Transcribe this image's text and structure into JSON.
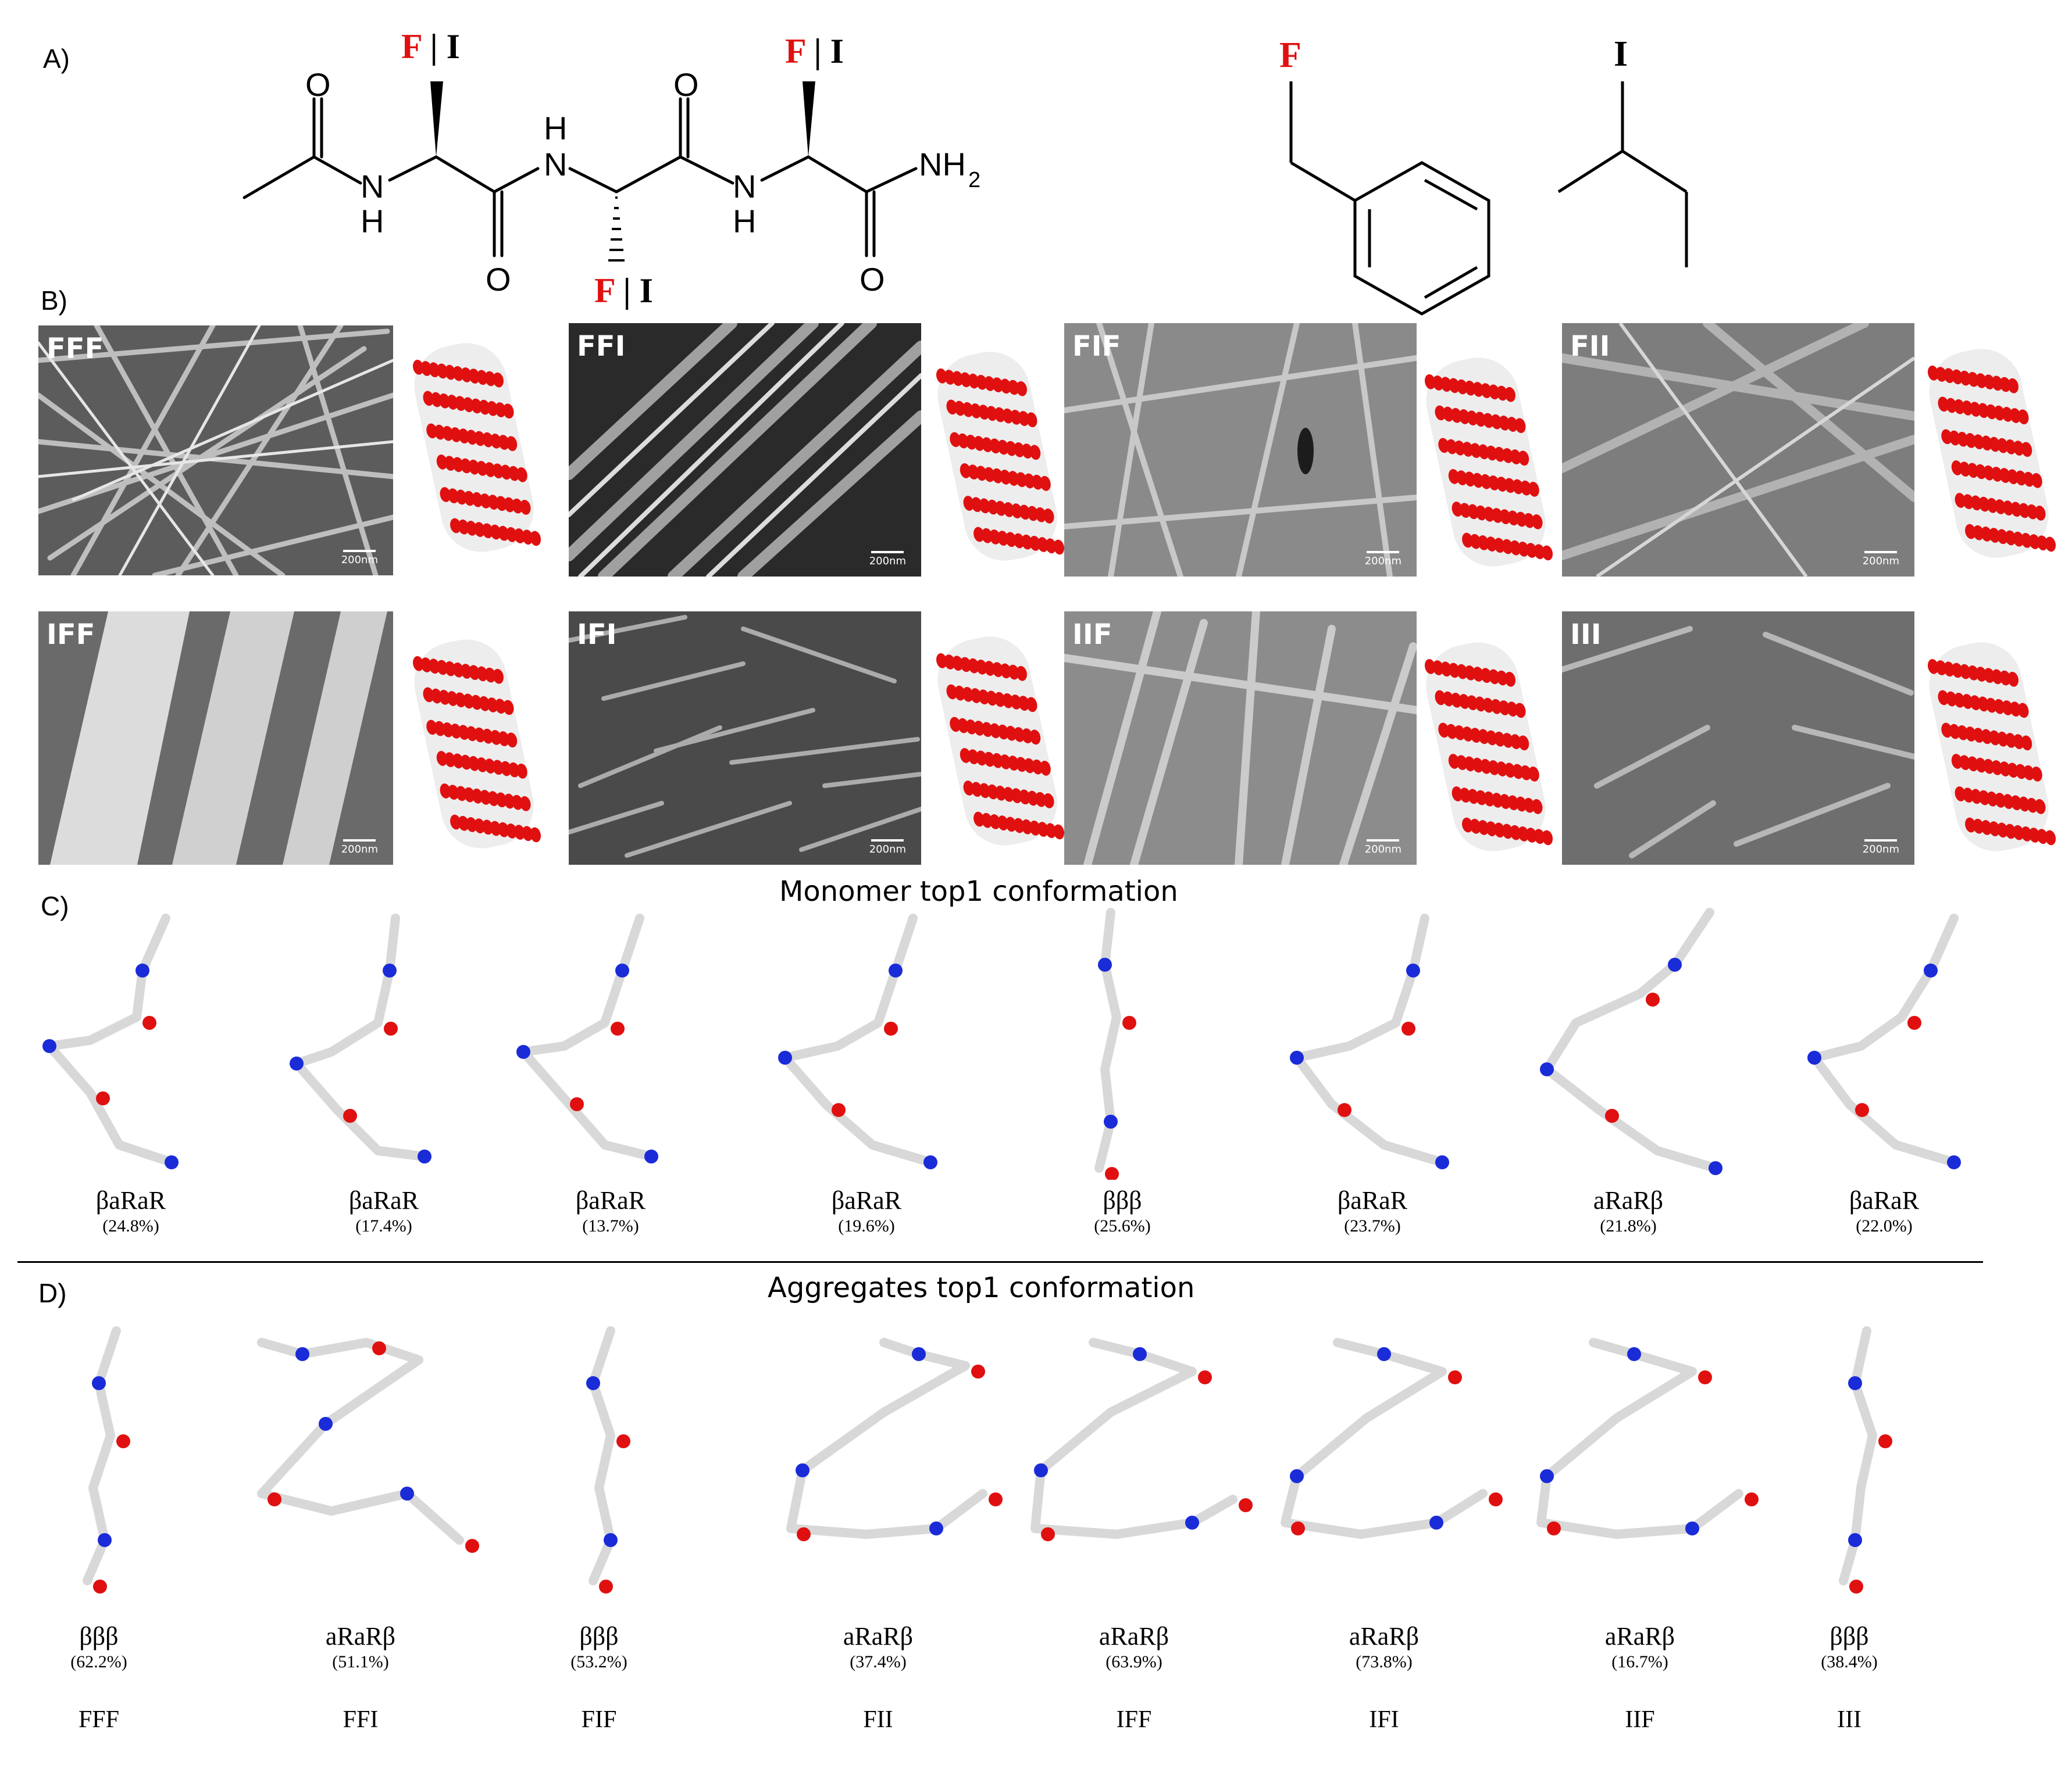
{
  "panels": {
    "a": "A)",
    "b": "B)",
    "c": "C)",
    "d": "D)"
  },
  "chem": {
    "o1": "O",
    "o2": "O",
    "o3": "O",
    "o4": "O",
    "h_top": "H",
    "n_top": "N",
    "n_left": "N",
    "h_left": "H",
    "n_right": "N",
    "h_right": "H",
    "nh2": "NH",
    "nh2_sub": "2",
    "fi_1_f": "F",
    "fi_1_rest": " | I",
    "fi_2_f": "F",
    "fi_2_rest": " | I",
    "fi_3_f": "F",
    "fi_3_rest": " | I",
    "side_f": "F",
    "side_i": "I"
  },
  "sem_images": [
    {
      "label": "FFF",
      "scale": "200nm"
    },
    {
      "label": "FFI",
      "scale": "200nm"
    },
    {
      "label": "FIF",
      "scale": "200nm"
    },
    {
      "label": "FII",
      "scale": "200nm"
    },
    {
      "label": "IFF",
      "scale": "200nm"
    },
    {
      "label": "IFI",
      "scale": "200nm"
    },
    {
      "label": "IIF",
      "scale": "200nm"
    },
    {
      "label": "III",
      "scale": "200nm"
    }
  ],
  "monomer": {
    "title": "Monomer top1 conformation",
    "items": [
      {
        "code": "βaRaR",
        "pct": "(24.8%)"
      },
      {
        "code": "βaRaR",
        "pct": "(17.4%)"
      },
      {
        "code": "βaRaR",
        "pct": "(13.7%)"
      },
      {
        "code": "βaRaR",
        "pct": "(19.6%)"
      },
      {
        "code": "βββ",
        "pct": "(25.6%)"
      },
      {
        "code": "βaRaR",
        "pct": "(23.7%)"
      },
      {
        "code": "aRaRβ",
        "pct": "(21.8%)"
      },
      {
        "code": "βaRaR",
        "pct": "(22.0%)"
      }
    ]
  },
  "aggregates": {
    "title": "Aggregates top1 conformation",
    "items": [
      {
        "code": "βββ",
        "pct": "(62.2%)",
        "name": "FFF"
      },
      {
        "code": "aRaRβ",
        "pct": "(51.1%)",
        "name": "FFI"
      },
      {
        "code": "βββ",
        "pct": "(53.2%)",
        "name": "FIF"
      },
      {
        "code": "aRaRβ",
        "pct": "(37.4%)",
        "name": "FII"
      },
      {
        "code": "aRaRβ",
        "pct": "(63.9%)",
        "name": "IFF"
      },
      {
        "code": "aRaRβ",
        "pct": "(73.8%)",
        "name": "IFI"
      },
      {
        "code": "aRaRβ",
        "pct": "(16.7%)",
        "name": "IIF"
      },
      {
        "code": "βββ",
        "pct": "(38.4%)",
        "name": "III"
      }
    ]
  },
  "colors": {
    "oxygen": "#e01010",
    "nitrogen": "#1a2bd8",
    "carbon": "#d8d8d8",
    "accent_red": "#e01010"
  }
}
